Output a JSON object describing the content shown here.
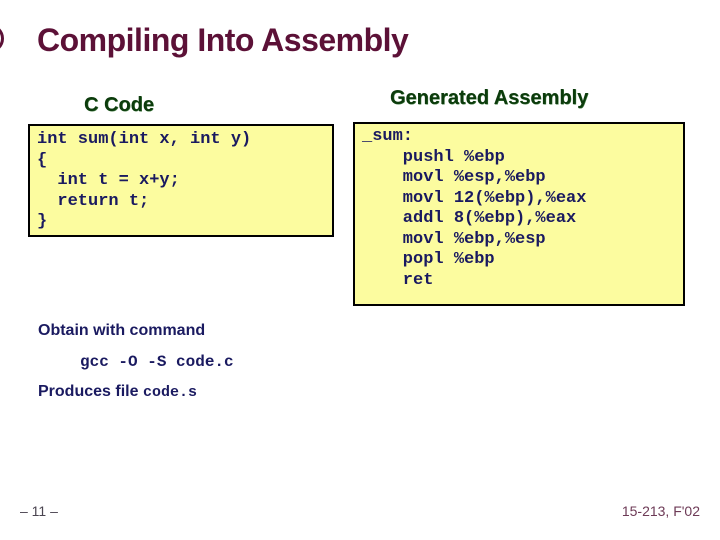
{
  "colors": {
    "title_maroon": "#5c1137",
    "heading_green": "#0c3b0c",
    "code_navy": "#1a1a60",
    "box_yellow": "#fcfc9f",
    "box_border": "#000000",
    "footer_maroon": "#6d3a56",
    "footer_gray": "#4a4450"
  },
  "slide": {
    "title": "Compiling Into Assembly",
    "c_column": {
      "heading": "C Code",
      "code_lines": [
        "int sum(int x, int y)",
        "{",
        "  int t = x+y;",
        "  return t;",
        "}"
      ]
    },
    "asm_column": {
      "heading": "Generated Assembly",
      "code_lines": [
        "_sum:",
        "    pushl %ebp",
        "    movl %esp,%ebp",
        "    movl 12(%ebp),%eax",
        "    addl 8(%ebp),%eax",
        "    movl %ebp,%esp",
        "    popl %ebp",
        "    ret"
      ]
    },
    "notes": {
      "obtain_label": "Obtain with command",
      "command": "gcc -O -S code.c",
      "produces_label": "Produces file",
      "produces_filename": "code.s"
    },
    "footer": {
      "page_number": "– 11 –",
      "course_id": "15-213, F'02"
    }
  }
}
